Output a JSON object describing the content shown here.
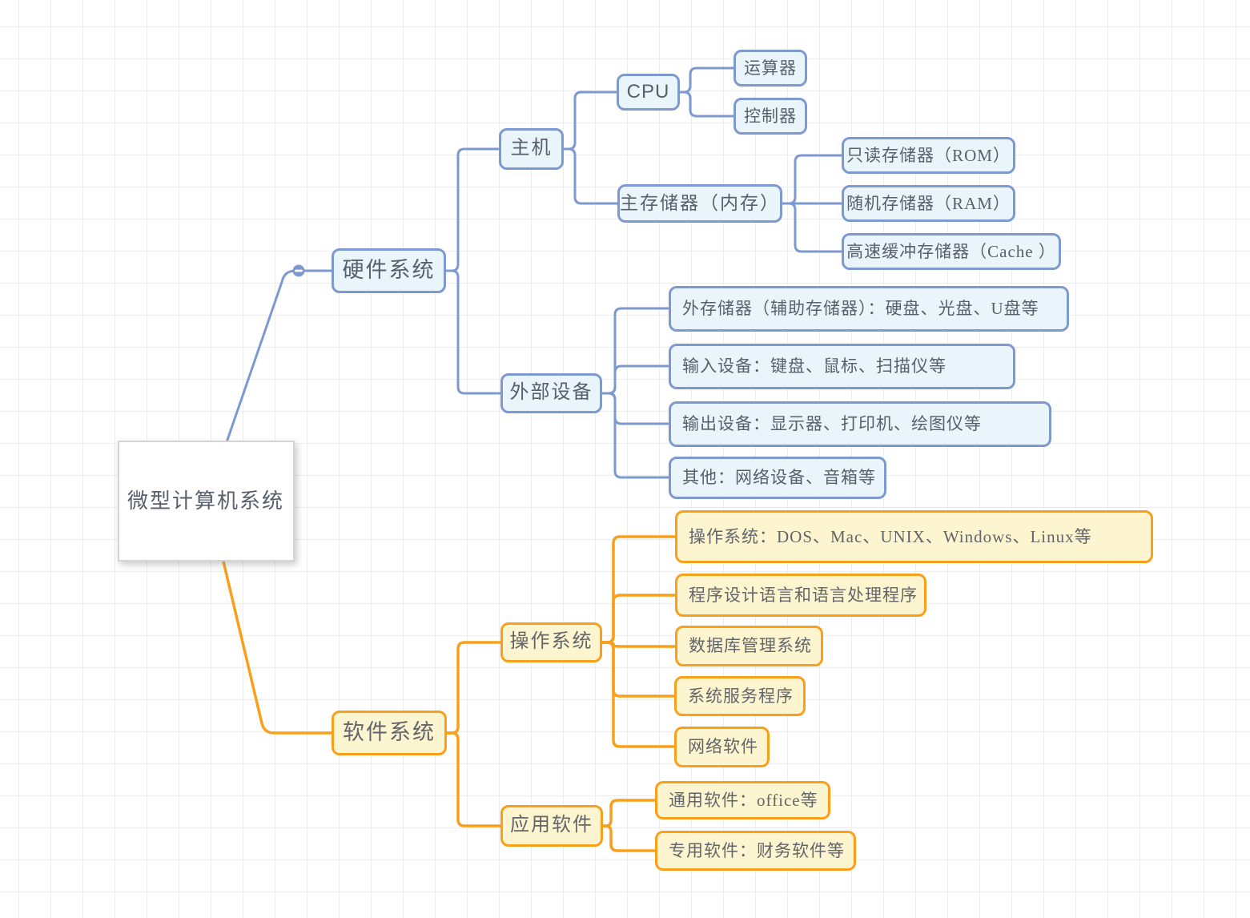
{
  "colors": {
    "blue_branch": "#7d99cf",
    "blue_fill": "#eaf4fb",
    "orange_branch": "#f8a01c",
    "yellow_fill": "#fcf5cf",
    "root_border": "#d4d4d4",
    "text": "#57606c"
  },
  "icons": {
    "collapse": "collapse-minus-icon"
  },
  "nodes": {
    "root": {
      "label": "微型计算机系统"
    },
    "hardware": {
      "label": "硬件系统"
    },
    "host": {
      "label": "主机"
    },
    "cpu": {
      "label": "CPU"
    },
    "alu": {
      "label": "运算器"
    },
    "controller": {
      "label": "控制器"
    },
    "memory": {
      "label": "主存储器（内存）"
    },
    "rom": {
      "label": "只读存储器（ROM）"
    },
    "ram": {
      "label": "随机存储器（RAM）"
    },
    "cache": {
      "label": "高速缓冲存储器（Cache ）"
    },
    "peripherals": {
      "label": "外部设备"
    },
    "ext_storage": {
      "label": "外存储器（辅助存储器）：硬盘、光盘、U盘等"
    },
    "input_devices": {
      "label": "输入设备：键盘、鼠标、扫描仪等"
    },
    "output_devices": {
      "label": "输出设备：显示器、打印机、绘图仪等"
    },
    "other_devices": {
      "label": "其他：网络设备、音箱等"
    },
    "software": {
      "label": "软件系统"
    },
    "system_software": {
      "label": "操作系统"
    },
    "os_examples": {
      "label": "操作系统：DOS、Mac、UNIX、Windows、Linux等"
    },
    "languages": {
      "label": "程序设计语言和语言处理程序"
    },
    "database": {
      "label": "数据库管理系统"
    },
    "services": {
      "label": "系统服务程序"
    },
    "network": {
      "label": "网络软件"
    },
    "application": {
      "label": "应用软件"
    },
    "general": {
      "label": "通用软件：office等"
    },
    "special": {
      "label": "专用软件：财务软件等"
    }
  }
}
